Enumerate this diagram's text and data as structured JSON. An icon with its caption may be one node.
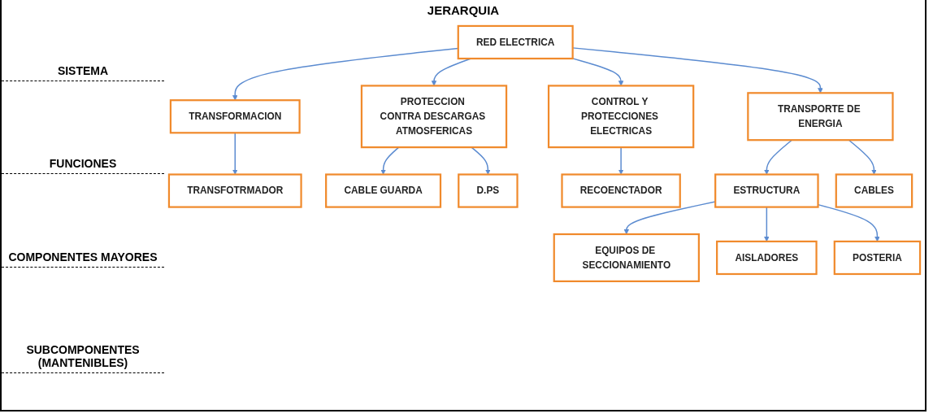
{
  "diagram": {
    "title": "JERARQUIA",
    "nodes": [
      {
        "text": [
          "RED ELECTRICA"
        ]
      },
      {
        "text": [
          "TRANSFORMACION"
        ]
      },
      {
        "text": [
          "PROTECCION CONTRA DESCARGAS ATMOSFERICAS"
        ]
      },
      {
        "text": [
          "CONTROL Y PROTECCIONES ELECTRICAS"
        ]
      },
      {
        "text": [
          "TRANSPORTE DE ENERGIA"
        ]
      },
      {
        "text": [
          "TRANSFOTRMADOR"
        ]
      },
      {
        "text": [
          "CABLE GUARDA"
        ]
      },
      {
        "text": [
          "D.PS"
        ]
      },
      {
        "text": [
          "RECOENCTADOR"
        ]
      },
      {
        "text": [
          "ESTRUCTURA"
        ]
      },
      {
        "text": [
          "CABLES"
        ]
      },
      {
        "text": [
          "EQUIPOS DE SECCIONAMIENTO"
        ]
      },
      {
        "text": [
          "AISLADORES"
        ]
      },
      {
        "text": [
          "POSTERIA"
        ]
      }
    ],
    "edges": [
      {
        "from": 0,
        "to": 1,
        "arrow": "to"
      },
      {
        "from": 0,
        "to": 2,
        "arrow": "to"
      },
      {
        "from": 0,
        "to": 3,
        "arrow": "to"
      },
      {
        "from": 0,
        "to": 4,
        "arrow": "to"
      },
      {
        "from": 1,
        "to": 5,
        "arrow": "to"
      },
      {
        "from": 2,
        "to": 6,
        "arrow": "to"
      },
      {
        "from": 2,
        "to": 7,
        "arrow": "to"
      },
      {
        "from": 3,
        "to": 8,
        "arrow": "to"
      },
      {
        "from": 4,
        "to": 9,
        "arrow": "to"
      },
      {
        "from": 4,
        "to": 10,
        "arrow": "to"
      },
      {
        "from": 9,
        "to": 11,
        "arrow": "to"
      },
      {
        "from": 9,
        "to": 12,
        "arrow": "to"
      },
      {
        "from": 9,
        "to": 13,
        "arrow": "to"
      }
    ],
    "labels": [
      "SISTEMA",
      "FUNCIONES",
      "COMPONENTES MAYORES",
      "SUBCOMPONENTES (MANTENIBLES)"
    ]
  }
}
